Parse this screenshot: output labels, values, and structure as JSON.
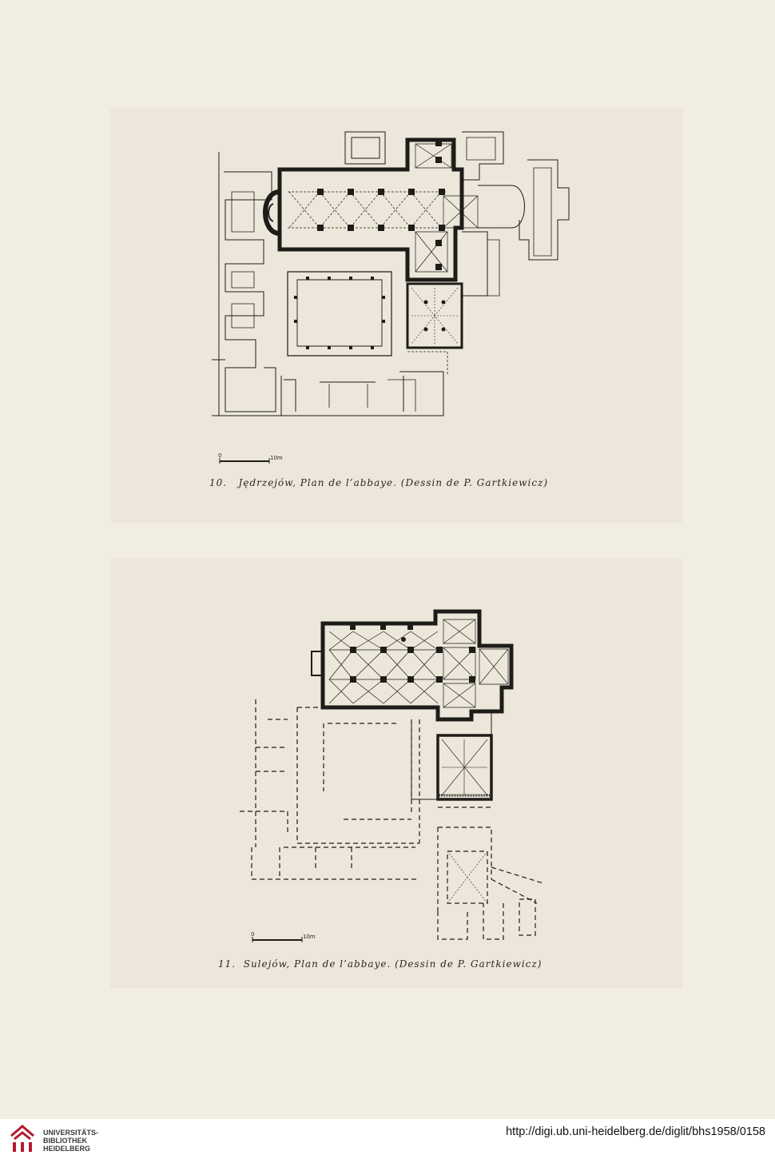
{
  "figures": [
    {
      "number": "10.",
      "caption": "Jędrzejów, Plan de l’abbaye. (Dessin de P. Gartkiewicz)",
      "scale_start": "0",
      "scale_end": "10m"
    },
    {
      "number": "11.",
      "caption": "Sulejów, Plan de l’abbaye. (Dessin de P. Gartkiewicz)",
      "scale_start": "0",
      "scale_end": "10m"
    }
  ],
  "footer": {
    "logo_lines": [
      "UNIVERSITÄTS-",
      "BIBLIOTHEK",
      "HEIDELBERG"
    ],
    "url": "http://digi.ub.uni-heidelberg.de/diglit/bhs1958/0158"
  },
  "colors": {
    "paper": "#f1ede2",
    "plate": "#ece7da",
    "ink": "#1e1c19",
    "logo_red": "#b5192b"
  }
}
